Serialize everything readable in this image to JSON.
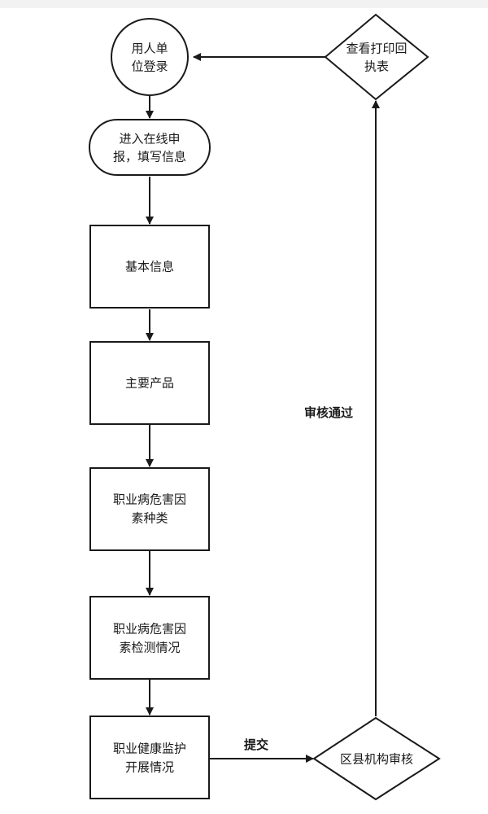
{
  "nodes": {
    "login": {
      "lines": [
        "用人单",
        "位登录"
      ]
    },
    "online_apply": {
      "lines": [
        "进入在线申",
        "报，填写信息"
      ]
    },
    "basic_info": {
      "lines": [
        "基本信息"
      ]
    },
    "main_products": {
      "lines": [
        "主要产品"
      ]
    },
    "hazard_types": {
      "lines": [
        "职业病危害因",
        "素种类"
      ]
    },
    "hazard_detection": {
      "lines": [
        "职业病危害因",
        "素检测情况"
      ]
    },
    "health_monitoring": {
      "lines": [
        "职业健康监护",
        "开展情况"
      ]
    },
    "county_review": {
      "lines": [
        "区县机构审核"
      ]
    },
    "print_receipt": {
      "lines": [
        "查看打印回",
        "执表"
      ]
    }
  },
  "edges": {
    "submit_label": "提交",
    "approved_label": "审核通过"
  }
}
